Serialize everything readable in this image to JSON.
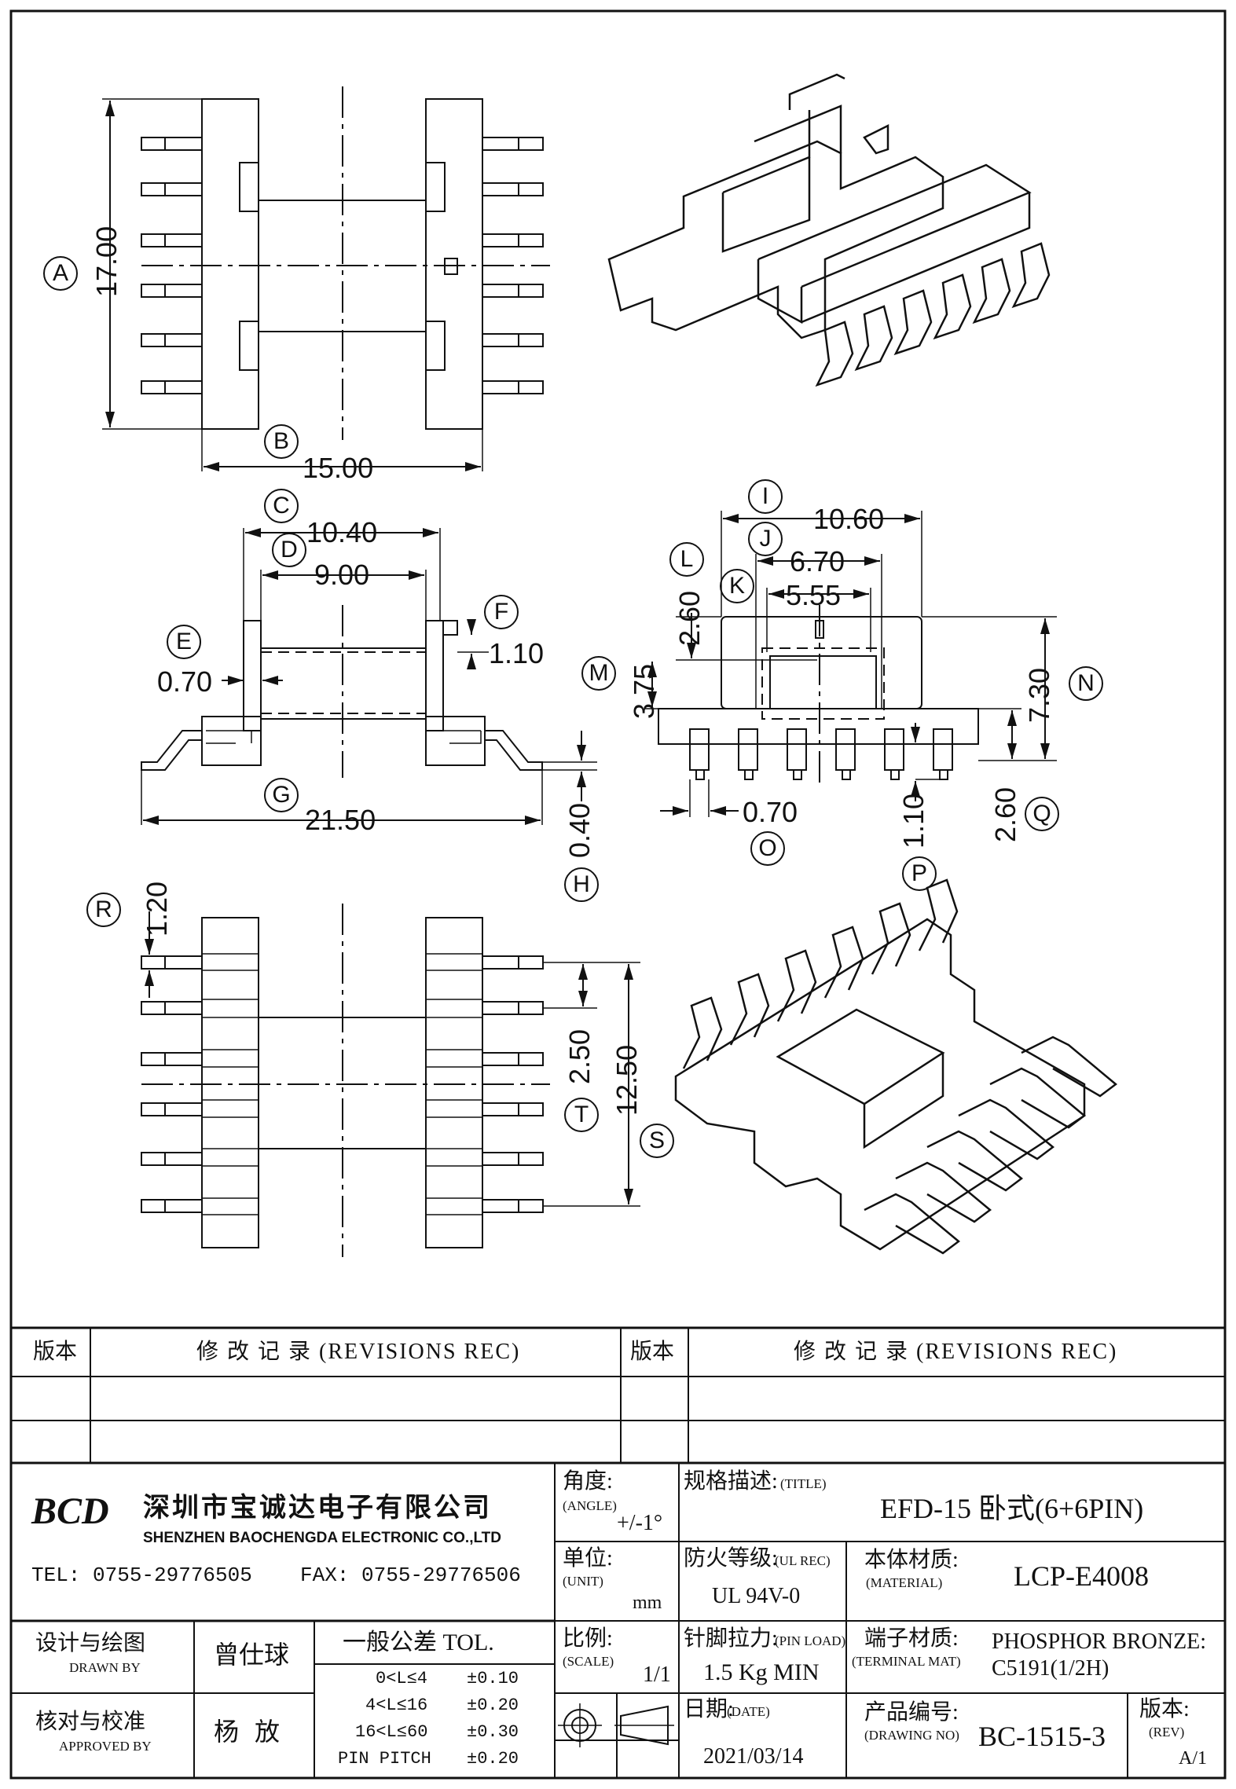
{
  "dims": {
    "a": "17.00",
    "b": "15.00",
    "c": "10.40",
    "d": "9.00",
    "e": "0.70",
    "f": "1.10",
    "g": "21.50",
    "h": "0.40",
    "i": "10.60",
    "j": "6.70",
    "k": "5.55",
    "l": "2.60",
    "m": "3.75",
    "n": "7.30",
    "o": "0.70",
    "p": "1.10",
    "q": "2.60",
    "r": "1.20",
    "s": "12.50",
    "t": "2.50"
  },
  "callouts": [
    "A",
    "B",
    "C",
    "D",
    "E",
    "F",
    "G",
    "H",
    "I",
    "J",
    "K",
    "L",
    "M",
    "N",
    "O",
    "P",
    "Q",
    "R",
    "S",
    "T"
  ],
  "revisions": {
    "ver_label": "版本",
    "rec_label": "修 改 记 录 (REVISIONS REC)"
  },
  "company": {
    "logo": "BCD",
    "name_cn": "深圳市宝诚达电子有限公司",
    "name_en": "SHENZHEN BAOCHENGDA ELECTRONIC CO.,LTD",
    "tel": "TEL: 0755-29776505",
    "fax": "FAX: 0755-29776506"
  },
  "title_block": {
    "angle_label": "角度:",
    "angle_en": "(ANGLE)",
    "angle_value": "+/-1°",
    "title_label": "规格描述:",
    "title_en": "(TITLE)",
    "title_value": "EFD-15 卧式(6+6PIN)",
    "unit_label": "单位:",
    "unit_en": "(UNIT)",
    "unit_value": "mm",
    "ul_label": "防火等级:",
    "ul_en": "(UL REC)",
    "ul_value": "UL 94V-0",
    "mat_label": "本体材质:",
    "mat_en": "(MATERIAL)",
    "mat_value": "LCP-E4008",
    "drawn_label": "设计与绘图",
    "drawn_en": "DRAWN BY",
    "drawn_value": "曾仕球",
    "tol_label": "一般公差 TOL.",
    "tol_rows": [
      [
        "0<L≤4",
        "±0.10"
      ],
      [
        "4<L≤16",
        "±0.20"
      ],
      [
        "16<L≤60",
        "±0.30"
      ],
      [
        "PIN PITCH",
        "±0.20"
      ]
    ],
    "scale_label": "比例:",
    "scale_en": "(SCALE)",
    "scale_value": "1/1",
    "pin_label": "针脚拉力:",
    "pin_en": "(PIN LOAD)",
    "pin_value": "1.5 Kg MIN",
    "term_label": "端子材质:",
    "term_en": "(TERMINAL MAT)",
    "term_value1": "PHOSPHOR BRONZE:",
    "term_value2": "C5191(1/2H)",
    "approved_label": "核对与校准",
    "approved_en": "APPROVED BY",
    "approved_value": "杨 放",
    "date_label": "日期:",
    "date_en": "(DATE)",
    "date_value": "2021/03/14",
    "dwg_label": "产品编号:",
    "dwg_en": "(DRAWING NO)",
    "dwg_value": "BC-1515-3",
    "rev_label": "版本:",
    "rev_en": "(REV)",
    "rev_value": "A/1"
  }
}
